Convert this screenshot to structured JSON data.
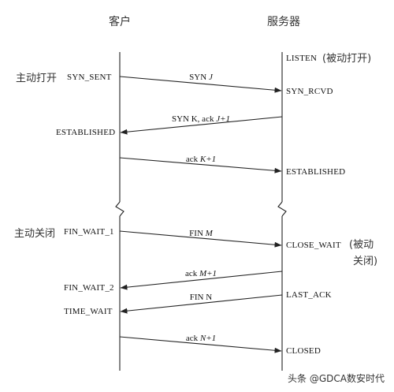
{
  "headers": {
    "client": "客户",
    "server": "服务器"
  },
  "notes": {
    "active_open": "主动打开",
    "passive_open": "(被动打开)",
    "active_close": "主动关闭",
    "passive_close_1": "(被动",
    "passive_close_2": "关闭)"
  },
  "client_states": {
    "syn_sent": "SYN_SENT",
    "established": "ESTABLISHED",
    "fin_wait_1": "FIN_WAIT_1",
    "fin_wait_2": "FIN_WAIT_2",
    "time_wait": "TIME_WAIT"
  },
  "server_states": {
    "listen": "LISTEN",
    "syn_rcvd": "SYN_RCVD",
    "established": "ESTABLISHED",
    "close_wait": "CLOSE_WAIT",
    "last_ack": "LAST_ACK",
    "closed": "CLOSED"
  },
  "messages": {
    "syn": {
      "text": "SYN ",
      "var": "J"
    },
    "syn_ack": {
      "text": "SYN K, ack ",
      "var": "J+1"
    },
    "ack1": {
      "text": "ack ",
      "var": "K+1"
    },
    "fin_m": {
      "text": "FIN ",
      "var": "M"
    },
    "ack_m": {
      "text": "ack ",
      "var": "M+1"
    },
    "fin_n": {
      "text": "FIN N",
      "var": ""
    },
    "ack_n": {
      "text": "ack ",
      "var": "N+1"
    }
  },
  "watermark": "头条 @GDCA数安时代"
}
